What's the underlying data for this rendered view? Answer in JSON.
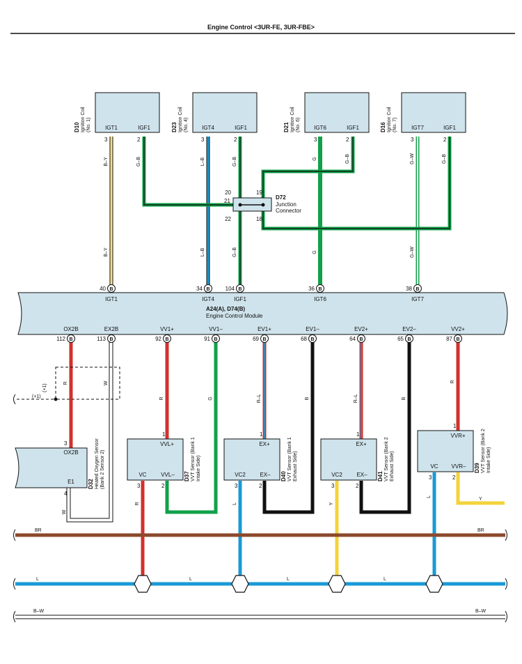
{
  "header": {
    "title": "Engine Control <3UR-FE, 3UR-FBE>"
  },
  "colors": {
    "box": "#cfe3ec",
    "red": "#d0312d",
    "blue": "#1a9ad6",
    "green": "#12a04a",
    "yellow": "#f3d33a",
    "brown": "#8b4a2b",
    "black": "#111111",
    "gray": "#666666"
  },
  "coils": [
    {
      "code": "D10",
      "name": "Ignition Coil",
      "sub": "(No. 1)",
      "pin1": "IGT1",
      "pin2": "IGF1",
      "n1": "3",
      "n2": "2",
      "w1": "B–Y",
      "w2": "G–B"
    },
    {
      "code": "D23",
      "name": "Ignition Coil",
      "sub": "(No. 4)",
      "pin1": "IGT4",
      "pin2": "IGF1",
      "n1": "3",
      "n2": "2",
      "w1": "L–B",
      "w2": "G–B"
    },
    {
      "code": "D21",
      "name": "Ignition Coil",
      "sub": "(No. 6)",
      "pin1": "IGT6",
      "pin2": "IGF1",
      "n1": "3",
      "n2": "2",
      "w1": "G",
      "w2": "G–B"
    },
    {
      "code": "D16",
      "name": "Ignition Coil",
      "sub": "(No. 7)",
      "pin1": "IGT7",
      "pin2": "IGF1",
      "n1": "3",
      "n2": "2",
      "w1": "G–W",
      "w2": "G–B"
    }
  ],
  "junction": {
    "code": "D72",
    "name1": "Junction",
    "name2": "Connector",
    "p20": "20",
    "p19": "19",
    "p21": "21",
    "p22": "22",
    "p18": "18"
  },
  "midwire": {
    "w1": "B–Y",
    "w2": "L–B",
    "w3": "G–B",
    "w4": "G",
    "w5": "G–W"
  },
  "ecm": {
    "title1": "A24(A), D74(B)",
    "title2": "Engine Control Module",
    "b": "B",
    "top_pins": [
      {
        "num": "40",
        "name": "IGT1"
      },
      {
        "num": "34",
        "name": "IGT4"
      },
      {
        "num": "104",
        "name": "IGF1"
      },
      {
        "num": "36",
        "name": "IGT6"
      },
      {
        "num": "38",
        "name": "IGT7"
      }
    ],
    "bottom_pins": [
      {
        "num": "112",
        "name": "OX2B"
      },
      {
        "num": "113",
        "name": "EX2B"
      },
      {
        "num": "92",
        "name": "VV1+"
      },
      {
        "num": "91",
        "name": "VV1–"
      },
      {
        "num": "69",
        "name": "EV1+"
      },
      {
        "num": "68",
        "name": "EV1–"
      },
      {
        "num": "64",
        "name": "EV2+"
      },
      {
        "num": "65",
        "name": "EV2–"
      },
      {
        "num": "87",
        "name": "VV2+"
      }
    ]
  },
  "shield": {
    "a": "(+1)",
    "b": "(+1)"
  },
  "wires": {
    "R": "R",
    "W": "W",
    "G": "G",
    "RL": "R–L",
    "B": "B",
    "L": "L",
    "Y": "Y"
  },
  "o2": {
    "code": "D32",
    "name1": "Heated Oxygen Sensor",
    "name2": "(Bank 2 Sensor 2)",
    "p1": "OX2B",
    "p2": "E1",
    "n3": "3",
    "n4": "4"
  },
  "sensors": [
    {
      "code": "D37",
      "name1": "VVT Sensor (Bank 1",
      "name2": "Intake Side)",
      "top": "VVL+",
      "bl": "VC",
      "br": "VVL–",
      "n1": "1",
      "n3": "3",
      "n2": "2"
    },
    {
      "code": "D40",
      "name1": "VVT Sensor (Bank 1",
      "name2": "Exhaust Side)",
      "top": "EX+",
      "bl": "VC2",
      "br": "EX–",
      "n1": "1",
      "n3": "3",
      "n2": "2"
    },
    {
      "code": "D41",
      "name1": "VVT Sensor (Bank 2",
      "name2": "Exhaust Side)",
      "top": "EX+",
      "bl": "VC2",
      "br": "EX–",
      "n1": "1",
      "n3": "3",
      "n2": "2"
    },
    {
      "code": "D39",
      "name1": "VVT Sensor (Bank 2",
      "name2": "Intake Side)",
      "top": "VVR+",
      "bl": "VC",
      "br": "VVR–",
      "n1": "1",
      "n3": "3",
      "n2": "2"
    }
  ],
  "buses": {
    "br": "BR",
    "l": "L",
    "bw": "B–W"
  }
}
